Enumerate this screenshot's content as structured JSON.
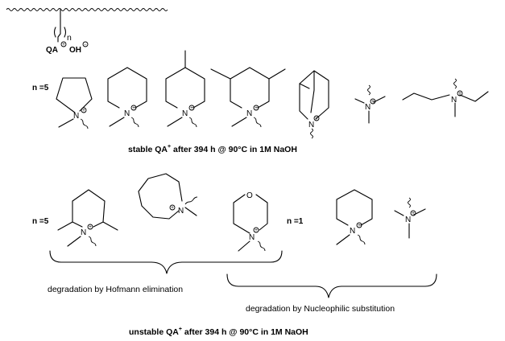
{
  "polymer": {
    "pendant_label": "QA",
    "counter_ion": "OH",
    "repeat_label": "n"
  },
  "stable_section": {
    "chain_label": "n =5",
    "caption_pre": "stable QA",
    "caption_post": " after 394 h @ 90°C in 1M NaOH",
    "superscript": "+"
  },
  "unstable_section": {
    "chain_label_1": "n =5",
    "chain_label_2": "n =1",
    "hofmann_note": "degradation by Hofmann elimination",
    "nucleophilic_note": "degradation by Nucleophilic substitution",
    "caption_pre": "unstable QA",
    "caption_post": " after 394 h @ 90°C in 1M NaOH",
    "superscript": "+"
  },
  "atoms": {
    "nitrogen": "N",
    "oxygen": "O",
    "plus": "+",
    "minus": "−"
  }
}
